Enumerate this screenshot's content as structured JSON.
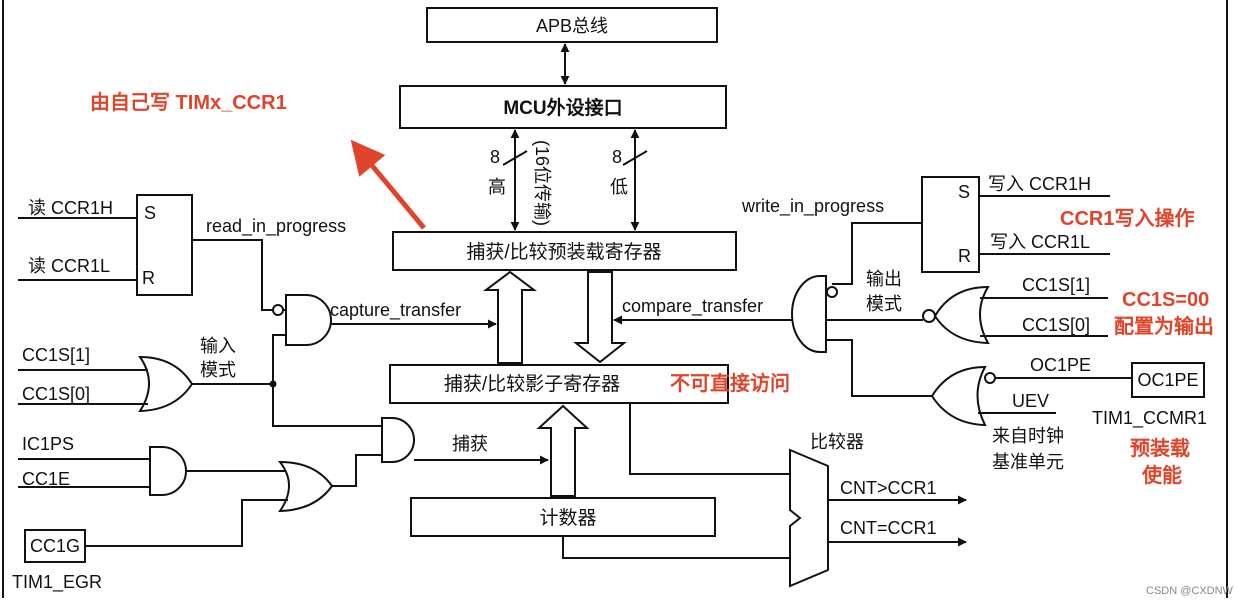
{
  "blocks": {
    "apb_bus": "APB总线",
    "mcu_interface": "MCU外设接口",
    "preload_register": "捕获/比较预装载寄存器",
    "shadow_register": "捕获/比较影子寄存器",
    "counter": "计数器",
    "comparator": "比较器",
    "oc1pe_box": "OC1PE",
    "cc1g_box": "CC1G"
  },
  "bus": {
    "width_high": "8",
    "high_label": "高",
    "bit16_label": "(16位传输)",
    "width_low": "8",
    "low_label": "低"
  },
  "left_inputs": {
    "read_ccr1h": "读 CCR1H",
    "read_ccr1l": "读 CCR1L",
    "s": "S",
    "r": "R",
    "read_in_progress": "read_in_progress",
    "cc1s1": "CC1S[1]",
    "cc1s0": "CC1S[0]",
    "input_mode_1": "输入",
    "input_mode_2": "模式",
    "capture_transfer": "capture_transfer",
    "ic1ps": "IC1PS",
    "cc1e": "CC1E",
    "capture": "捕获",
    "tim1_egr": "TIM1_EGR"
  },
  "right_inputs": {
    "write_in_progress": "write_in_progress",
    "s": "S",
    "r": "R",
    "write_ccr1h": "写入 CCR1H",
    "write_ccr1l": "写入 CCR1L",
    "output_mode_1": "输出",
    "output_mode_2": "模式",
    "compare_transfer": "compare_transfer",
    "cc1s1": "CC1S[1]",
    "cc1s0": "CC1S[0]",
    "oc1pe": "OC1PE",
    "uev": "UEV",
    "time_base_1": "来自时钟",
    "time_base_2": "基准单元",
    "tim1_ccmr1": "TIM1_CCMR1",
    "cnt_gt": "CNT>CCR1",
    "cnt_eq": "CNT=CCR1"
  },
  "annotations": {
    "write_by_self": "由自己写 TIMx_CCR1",
    "ccr1_write": "CCR1写入操作",
    "cc1s_00": "CC1S=00",
    "config_output": "配置为输出",
    "no_direct_access": "不可直接访问",
    "preload_enable_1": "预装载",
    "preload_enable_2": "使能"
  },
  "watermark": "CSDN @CXDNW",
  "colors": {
    "annotation": "#e0452c",
    "line": "#111111"
  }
}
